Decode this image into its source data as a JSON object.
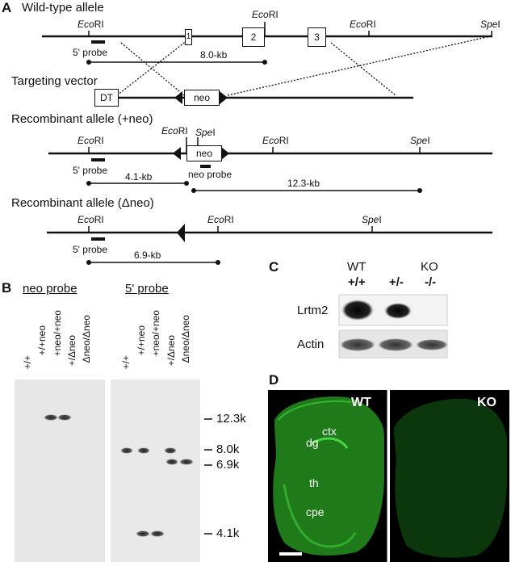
{
  "panels": {
    "A": "A",
    "B": "B",
    "C": "C",
    "D": "D"
  },
  "panelA": {
    "wildtype_title": "Wild-type allele",
    "targeting_title": "Targeting vector",
    "recomb_neo_title": "Recombinant allele (+neo)",
    "recomb_dneo_title": "Recombinant allele (Δneo)",
    "eco_it": "Eco",
    "eco_rest": "RI",
    "spe_it": "Spe",
    "spe_rest": "I",
    "probe5": "5' probe",
    "neo_probe": "neo probe",
    "exon1": "1",
    "exon2": "2",
    "exon3": "3",
    "dt": "DT",
    "neo": "neo",
    "frag_wt": "8.0-kb",
    "frag_41": "4.1-kb",
    "frag_123": "12.3-kb",
    "frag_69": "6.9-kb"
  },
  "panelB": {
    "neo_probe_title": "neo probe",
    "probe5_title": "5' probe",
    "lanes": [
      "+/+",
      "+/+neo",
      "+neo/+neo",
      "+/Δneo",
      "Δneo/Δneo"
    ],
    "markers": [
      "12.3k",
      "8.0k",
      "6.9k",
      "4.1k"
    ]
  },
  "panelC": {
    "wt": "WT",
    "ko": "KO",
    "genotypes": [
      "+/+",
      "+/-",
      "-/-"
    ],
    "rows": [
      "Lrtm2",
      "Actin"
    ]
  },
  "panelD": {
    "wt": "WT",
    "ko": "KO",
    "regions": [
      "ctx",
      "dg",
      "th",
      "cpe"
    ]
  }
}
